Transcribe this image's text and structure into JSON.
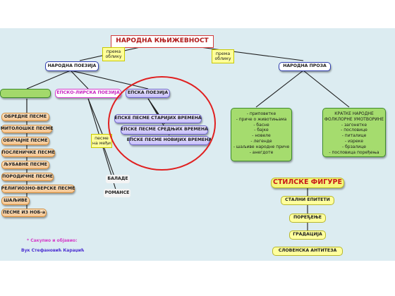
{
  "title": "НАРОДНА КЊИЖЕВНОСТ",
  "edge_labels": {
    "left": "према облику",
    "right": "према облику"
  },
  "poetry": {
    "label": "НАРОДНА ПОЕЗИЈА",
    "lyric_label": "",
    "lyric_items": [
      "ОБРЕДНЕ ПЕСМЕ",
      "МИТОЛОШКЕ ПЕСМЕ",
      "ОБИЧАЈНЕ ПЕСМЕ",
      "ПОСЛЕНИЧКЕ ПЕСМЕ",
      "ЉУБАВНЕ ПЕСМЕ",
      "ПОРОДИЧНЕ ПЕСМЕ",
      "РЕЛИГИОЗНО-ВЕРСКЕ ПЕСМЕ",
      "ШАЉИВЕ",
      "ПЕСМЕ ИЗ НОБ-а"
    ],
    "lyric_epic_label": "ЕПСКО-ЛИРСКА ПОЕЗИЈА",
    "in_between_label": "песме на међи",
    "ballad": "БАЛАДЕ",
    "romance": "РОМАНСЕ",
    "epic_label": "ЕПСКА ПОЕЗИЈА",
    "epic_items": [
      "ЕПСКЕ ПЕСМЕ СТАРИЈИХ ВРЕМЕНА",
      "ЕПСКЕ ПЕСМЕ СРЕДЊИХ ВРЕМЕНА",
      "ЕПСКЕ ПЕСМЕ НОВИЈИХ ВРЕМЕНА"
    ]
  },
  "prose": {
    "label": "НАРОДНА ПРОЗА",
    "forms": [
      "- приповетке",
      "- приче о животињама",
      "- басне",
      "- бајке",
      "- новеле",
      "- легенде",
      "- шаљиве народне приче",
      "- анегдоте"
    ],
    "short_forms_title": [
      "КРАТКЕ НАРОДНЕ",
      "ФОЛКЛОРНЕ УМОТВОРИНЕ"
    ],
    "short_forms": [
      "- загонетке",
      "- пословице",
      "- питалице",
      "- изреке",
      "- брзалице",
      "- пословица поређења"
    ]
  },
  "figures": {
    "title": "СТИЛСКЕ ФИГУРЕ",
    "items": [
      "СТАЛНИ ЕПИТЕТИ",
      "ПОРЕЂЕЊЕ",
      "ГРАДАЦИЈА",
      "СЛОВЕНСКА АНТИТЕЗА"
    ]
  },
  "credit": {
    "line1": "* Сакупио и објавио:",
    "line2": "Вук Стефановић Караџић"
  },
  "colors": {
    "background": "#dcecf1",
    "title_text": "#b01818",
    "highlight_circle": "#e02020",
    "lyric_green": "#a3d96b",
    "figure_yellow": "#ffff9e"
  }
}
